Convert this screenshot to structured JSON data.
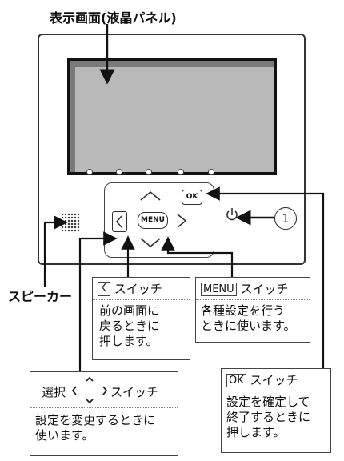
{
  "title": "表示画面(液晶パネル)",
  "controls": {
    "ok_label": "OK",
    "menu_label": "MENU",
    "callout_number": "1",
    "power_icon": "power-icon"
  },
  "speaker_label": "スピーカー",
  "boxes": {
    "back": {
      "header": "スイッチ",
      "body": "前の画面に\n戻るときに\n押します。"
    },
    "menu": {
      "badge": "MENU",
      "header": "スイッチ",
      "body": "各種設定を行う\nときに使います。"
    },
    "select": {
      "header_left": "選択",
      "header_right": "スイッチ",
      "body": "設定を変更するときに\n使います。"
    },
    "ok": {
      "badge": "OK",
      "header": "スイッチ",
      "body": "設定を確定して\n終了するときに\n押します。"
    }
  }
}
